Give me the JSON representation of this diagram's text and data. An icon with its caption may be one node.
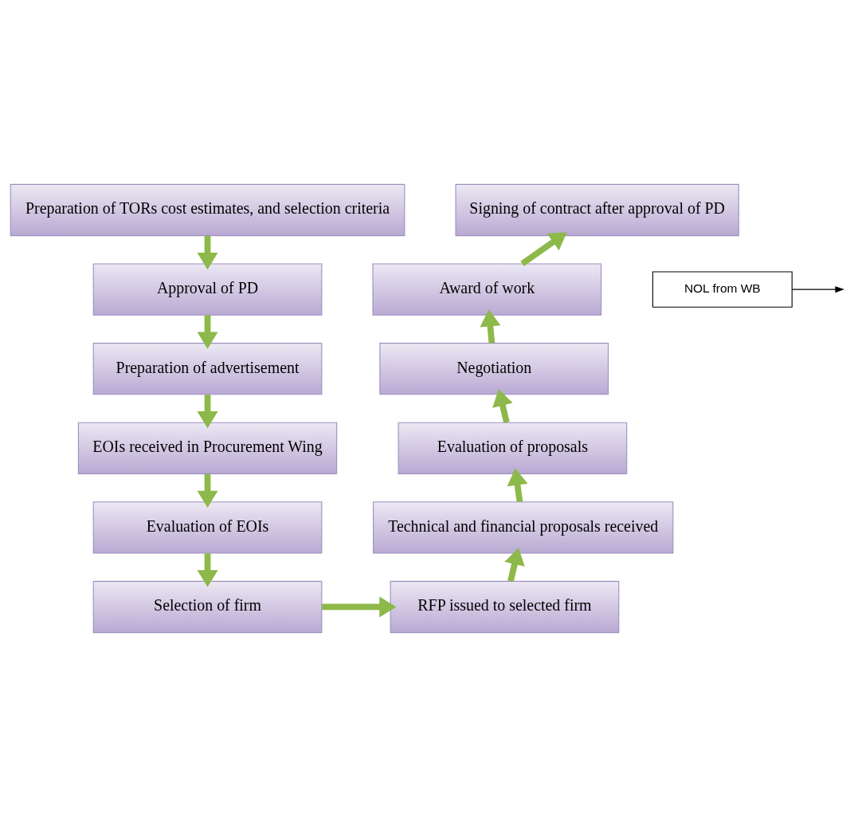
{
  "diagram": {
    "nodes": [
      {
        "text": [
          "Preparation of TORs cost estimates, and selection criteria"
        ]
      },
      {
        "text": [
          "Approval of PD"
        ]
      },
      {
        "text": [
          "NOL from WB"
        ]
      },
      {
        "text": [
          "Preparation of advertisement"
        ]
      },
      {
        "text": [
          "EOIs received in Procurement Wing"
        ]
      },
      {
        "text": [
          "Evaluation of EOIs"
        ]
      },
      {
        "text": [
          "Selection of firm"
        ]
      },
      {
        "text": [
          "RFP issued to selected firm"
        ]
      },
      {
        "text": [
          "Technical and financial proposals received"
        ]
      },
      {
        "text": [
          "Evaluation of proposals"
        ]
      },
      {
        "text": [
          "Negotiation"
        ]
      },
      {
        "text": [
          "Award of work"
        ]
      },
      {
        "text": [
          "Signing of contract after approval of PD"
        ]
      }
    ],
    "edges": [
      {
        "from": 0,
        "to": 1,
        "arrow": "to"
      },
      {
        "from": 1,
        "to": 3,
        "arrow": "to"
      },
      {
        "from": 2,
        "to": null,
        "arrow": "to",
        "color": "#000000"
      },
      {
        "from": 3,
        "to": 4,
        "arrow": "to"
      },
      {
        "from": 4,
        "to": 5,
        "arrow": "to"
      },
      {
        "from": 5,
        "to": 6,
        "arrow": "to"
      },
      {
        "from": 6,
        "to": 7,
        "arrow": "to"
      },
      {
        "from": 7,
        "to": 8,
        "arrow": "to"
      },
      {
        "from": 8,
        "to": 9,
        "arrow": "to"
      },
      {
        "from": 9,
        "to": 10,
        "arrow": "to"
      },
      {
        "from": 10,
        "to": 11,
        "arrow": "to"
      },
      {
        "from": 11,
        "to": 12,
        "arrow": "to"
      }
    ]
  }
}
